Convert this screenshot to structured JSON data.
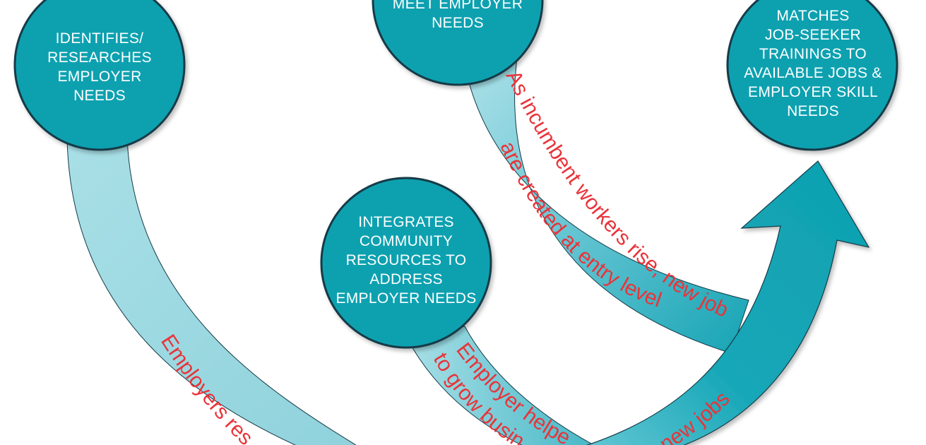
{
  "colors": {
    "node_fill": "#0fa1b0",
    "node_stroke": "#143b47",
    "band_light": "#a9dfe6",
    "band_dark": "#16a4b5",
    "label_red": "#e8343a"
  },
  "nodes": {
    "identifies": "IDENTIFIES/\nRESEARCHES\nEMPLOYER\nNEEDS",
    "top": "MEET EMPLOYER\nNEEDS",
    "matches": "MATCHES\nJOB-SEEKER\nTRAININGS TO\nAVAILABLE JOBS &\nEMPLOYER SKILL\nNEEDS",
    "integrates": "INTEGRATES\nCOMMUNITY\nRESOURCES TO\nADDRESS\nEMPLOYER NEEDS"
  },
  "arrow_labels": {
    "incumbent_line1": "As incumbent workers rise, new jobs",
    "incumbent_line2": "are created at entry level",
    "employers_partial": "Employers res",
    "helped_line1": "Employer helped",
    "helped_line2": "to grow busin",
    "new_jobs": "new jobs"
  }
}
